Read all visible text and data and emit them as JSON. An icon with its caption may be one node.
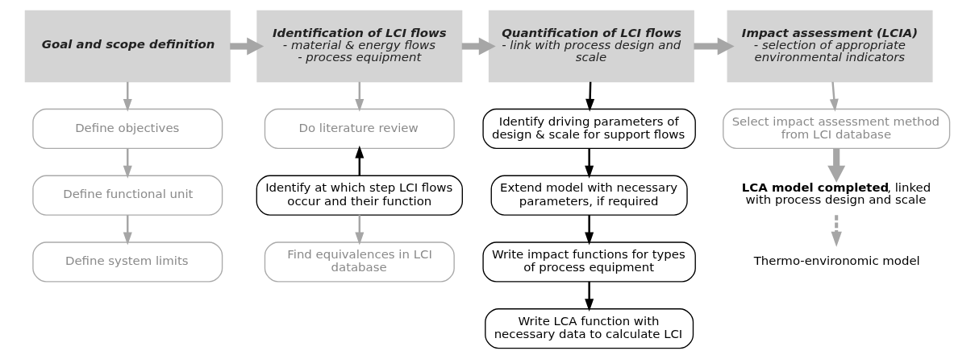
{
  "diagram": {
    "nodes": [
      {
        "text": [
          "Goal and scope definition"
        ]
      },
      {
        "text": [
          "Identification of LCI flows",
          "- material & energy flows",
          "- process equipment"
        ]
      },
      {
        "text": [
          "Quantification of LCI flows",
          "- link with process design and scale"
        ]
      },
      {
        "text": [
          "Impact assessment (LCIA)",
          "- selection of appropriate environmental indicators"
        ]
      },
      {
        "text": [
          "Define objectives"
        ]
      },
      {
        "text": [
          "Define functional unit"
        ]
      },
      {
        "text": [
          "Define system limits"
        ]
      },
      {
        "text": [
          "Do literature review"
        ]
      },
      {
        "text": [
          "Identify at which step LCI flows occur and their function"
        ]
      },
      {
        "text": [
          "Find equivalences in LCI database"
        ]
      },
      {
        "text": [
          "Identify driving parameters of design & scale for support flows"
        ]
      },
      {
        "text": [
          "Extend model with necessary parameters, if required"
        ]
      },
      {
        "text": [
          "Write impact functions for types of process equipment"
        ]
      },
      {
        "text": [
          "Write LCA function with necessary data to calculate LCI"
        ]
      },
      {
        "text": [
          "Select impact assessment method from LCI database"
        ]
      },
      {
        "text": [
          "**LCA model completed**, linked with process design and scale"
        ]
      },
      {
        "text": [
          "Thermo-environomic model"
        ]
      }
    ],
    "edges": [
      {
        "from": 0,
        "to": 1,
        "arrow": "to",
        "style": "thick"
      },
      {
        "from": 1,
        "to": 2,
        "arrow": "to",
        "style": "thick"
      },
      {
        "from": 2,
        "to": 3,
        "arrow": "to",
        "style": "thick"
      },
      {
        "from": 0,
        "to": 4,
        "arrow": "to"
      },
      {
        "from": 4,
        "to": 5,
        "arrow": "to"
      },
      {
        "from": 5,
        "to": 6,
        "arrow": "to"
      },
      {
        "from": 1,
        "to": 7,
        "arrow": "to"
      },
      {
        "from": 8,
        "to": 7,
        "arrow": "to",
        "color": "#000000"
      },
      {
        "from": 8,
        "to": 9,
        "arrow": "to"
      },
      {
        "from": 2,
        "to": 10,
        "arrow": "to",
        "color": "#000000"
      },
      {
        "from": 10,
        "to": 11,
        "arrow": "to",
        "color": "#000000"
      },
      {
        "from": 11,
        "to": 12,
        "arrow": "to",
        "color": "#000000"
      },
      {
        "from": 12,
        "to": 13,
        "arrow": "to",
        "color": "#000000"
      },
      {
        "from": 3,
        "to": 14,
        "arrow": "to"
      },
      {
        "from": 14,
        "to": 15,
        "arrow": "to",
        "style": "thick"
      },
      {
        "from": 15,
        "to": 16,
        "arrow": "to",
        "style": "dashed"
      }
    ]
  }
}
